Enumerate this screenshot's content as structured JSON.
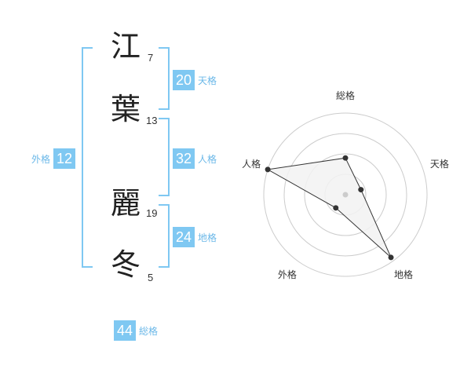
{
  "name": {
    "characters": [
      {
        "kanji": "江",
        "strokes": "7"
      },
      {
        "kanji": "葉",
        "strokes": "13"
      },
      {
        "kanji": "麗",
        "strokes": "19"
      },
      {
        "kanji": "冬",
        "strokes": "5"
      }
    ]
  },
  "scores": {
    "tenkaku": {
      "value": "20",
      "label": "天格"
    },
    "jinkaku": {
      "value": "32",
      "label": "人格"
    },
    "chikaku": {
      "value": "24",
      "label": "地格"
    },
    "gaikaku": {
      "value": "12",
      "label": "外格"
    },
    "soukaku": {
      "value": "44",
      "label": "総格"
    }
  },
  "colors": {
    "accent": "#7fc8f2",
    "radar_fill": "#f2f2f2",
    "radar_line": "#333333"
  },
  "chart_data": {
    "type": "radar",
    "axes": [
      "総格",
      "天格",
      "地格",
      "外格",
      "人格"
    ],
    "rings": 4,
    "values": [
      0.45,
      0.2,
      0.95,
      0.2,
      1.0
    ]
  }
}
